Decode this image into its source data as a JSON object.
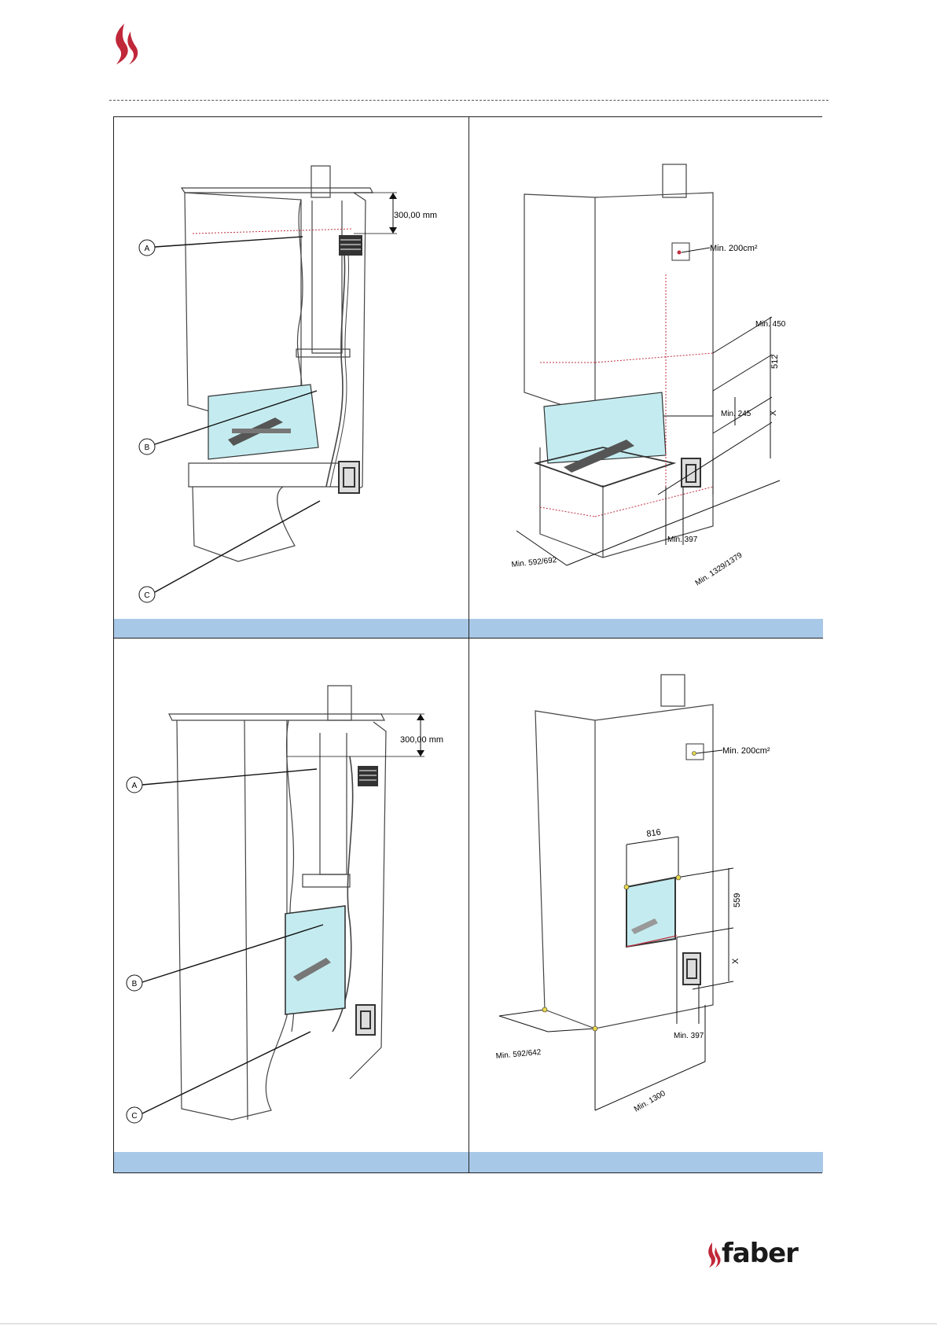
{
  "header": {
    "logo_icon": "flame-icon"
  },
  "footer": {
    "brand": "faber",
    "logo_icon": "faber-flame-icon"
  },
  "colors": {
    "caption_bar": "#a8c8e8",
    "glass": "#c4ecf0",
    "accent_red": "#c0283a",
    "dash_red": "#c03040",
    "marker_yellow": "#e8d84a"
  },
  "panels": [
    {
      "id": "top-left",
      "labels": {
        "a": "A",
        "b": "B",
        "c": "C"
      },
      "dimension": "300,00 mm",
      "caption": ""
    },
    {
      "id": "top-right",
      "vent": "Min. 200cm²",
      "dims": {
        "d450": "Min. 450",
        "d512": "512",
        "dx": "X",
        "d245": "Min. 245",
        "d397": "Min. 397",
        "depth": "Min. 592/692",
        "width": "Min. 1329/1379"
      },
      "caption": ""
    },
    {
      "id": "bottom-left",
      "labels": {
        "a": "A",
        "b": "B",
        "c": "C"
      },
      "dimension": "300,00 mm",
      "caption": ""
    },
    {
      "id": "bottom-right",
      "vent": "Min. 200cm²",
      "dims": {
        "d816": "816",
        "d559": "559",
        "dx": "X",
        "d397": "Min. 397",
        "depth": "Min. 592/642",
        "width": "Min. 1300"
      },
      "caption": ""
    }
  ]
}
